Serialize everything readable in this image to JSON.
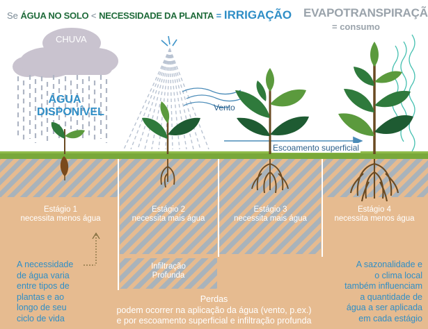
{
  "header": {
    "prefix": "Se",
    "agua_no_solo": "ÁGUA NO SOLO",
    "less_than": "<",
    "necessidade": "NECESSIDADE DA PLANTA",
    "equals": "=",
    "irrigacao": "IRRIGAÇÃO"
  },
  "evapotranspiracao": {
    "title": "EVAPOTRANSPIRAÇÃO",
    "subtitle": "= consumo"
  },
  "chuva": "CHUVA",
  "agua_disponivel": [
    "ÁGUA",
    "DISPONÍVEL"
  ],
  "vento": "Vento",
  "escoamento": "Escoamento superficial",
  "stages": [
    {
      "name": "Estágio 1",
      "need": "necessita menos água"
    },
    {
      "name": "Estágio 2",
      "need": "necessita mais água"
    },
    {
      "name": "Estágio 3",
      "need": "necessita mais água"
    },
    {
      "name": "Estágio 4",
      "need": "necessita menos água"
    }
  ],
  "infiltracao": [
    "Infiltração",
    "Profunda"
  ],
  "left_note": [
    "A necessidade",
    "de água varia",
    "entre tipos de",
    "plantas e ao",
    "longo de seu",
    "ciclo de vida"
  ],
  "right_note": [
    "A sazonalidade e",
    "o clima local",
    "também influenciam",
    "a quantidade de",
    "água a ser aplicada",
    "em cada estágio"
  ],
  "perdas": {
    "title": "Perdas",
    "lines": [
      "podem ocorrer na aplicação da água (vento, p.ex.)",
      "e por escoamento superficial e infiltração profunda"
    ]
  },
  "colors": {
    "soil": "#e6bb90",
    "stripes": "#a9b3bb",
    "grass": "#79a83a",
    "blue_text": "#2f8ec6",
    "dark_green": "#1f6b3a",
    "leaf_dark": "#1e5b32",
    "leaf_mid": "#2f7a3c",
    "leaf_light": "#5b9a3d",
    "cloud": "#c9c3cf",
    "rain": "#aeb5c4"
  }
}
